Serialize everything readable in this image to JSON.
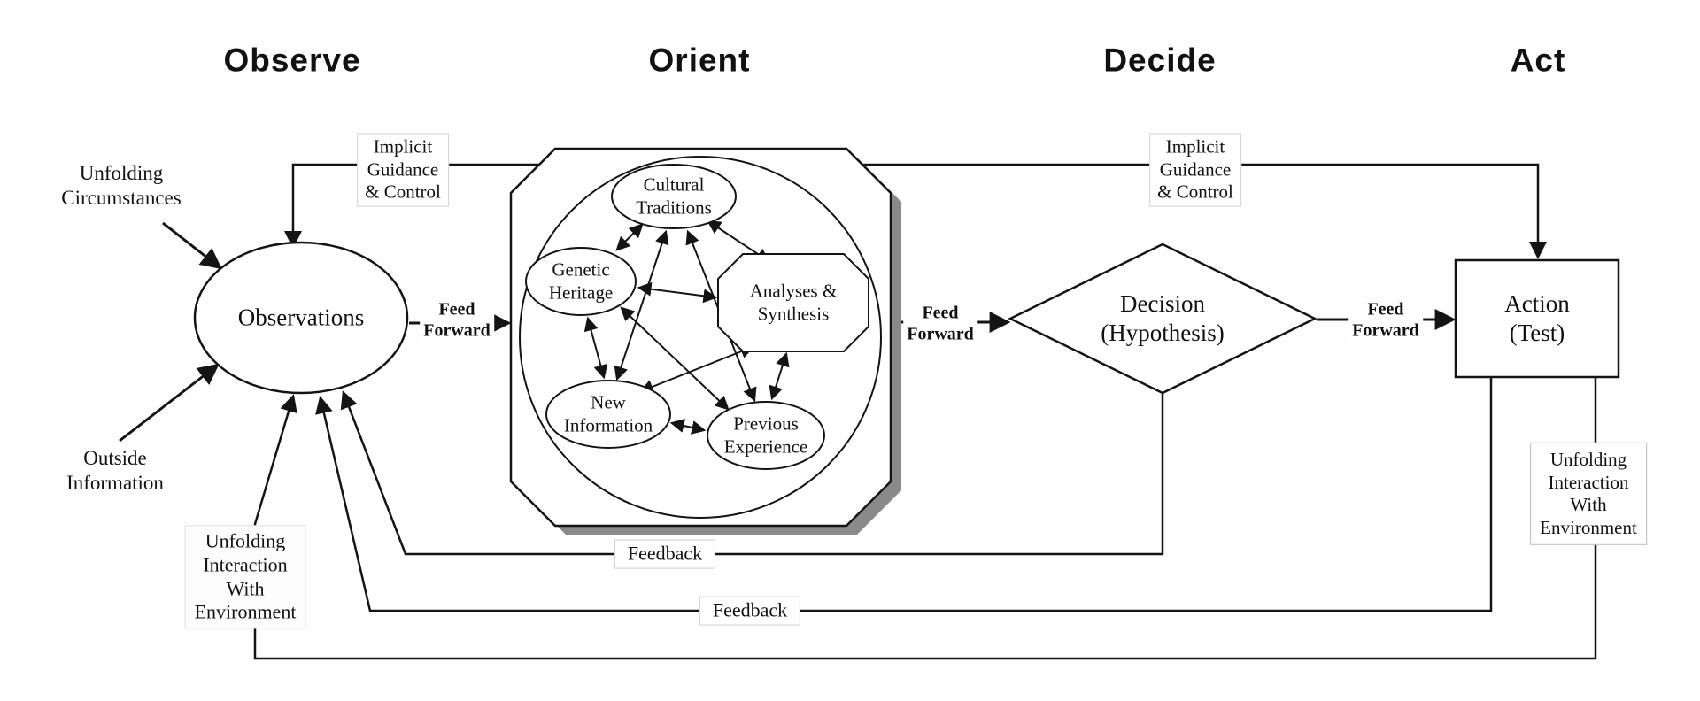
{
  "headers": {
    "observe": "Observe",
    "orient": "Orient",
    "decide": "Decide",
    "act": "Act"
  },
  "observe_section": {
    "unfolding_circumstances": "Unfolding\nCircumstances",
    "outside_information": "Outside\nInformation",
    "unfolding_interaction": "Unfolding\nInteraction\nWith\nEnvironment",
    "observations": "Observations"
  },
  "orient_section": {
    "cultural_traditions": "Cultural\nTraditions",
    "genetic_heritage": "Genetic\nHeritage",
    "analyses_synthesis": "Analyses &\nSynthesis",
    "new_information": "New\nInformation",
    "previous_experience": "Previous\nExperience"
  },
  "decide_section": {
    "decision": "Decision\n(Hypothesis)"
  },
  "act_section": {
    "action": "Action\n(Test)",
    "unfolding_interaction": "Unfolding\nInteraction\nWith\nEnvironment"
  },
  "flow_labels": {
    "implicit_guidance_left": "Implicit\nGuidance\n& Control",
    "implicit_guidance_right": "Implicit\nGuidance\n& Control",
    "feed_forward_1": "Feed\nForward",
    "feed_forward_2": "Feed\nForward",
    "feed_forward_3": "Feed\nForward",
    "feedback_1": "Feedback",
    "feedback_2": "Feedback"
  },
  "colors": {
    "line": "#141414",
    "shadow": "#8a8a8a",
    "background": "#fefefe",
    "label_border": "#bbbbbb"
  }
}
